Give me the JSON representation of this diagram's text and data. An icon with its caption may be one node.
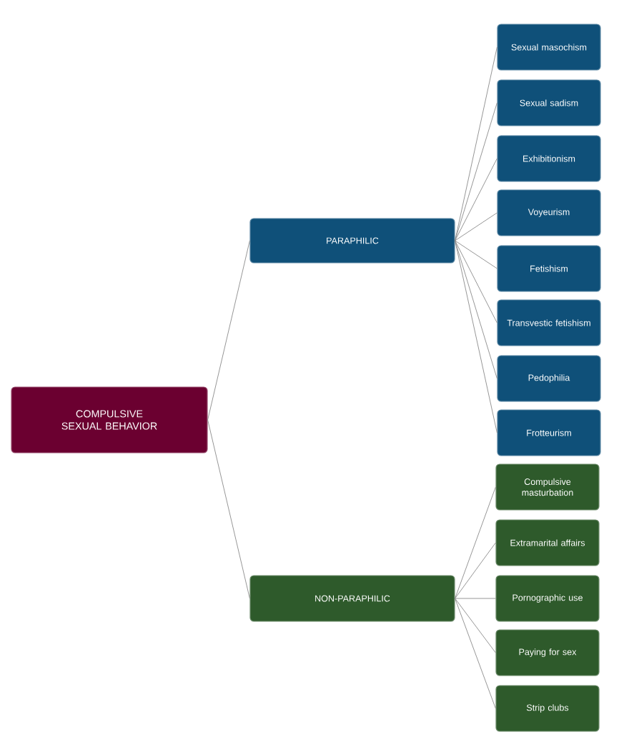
{
  "diagram": {
    "nodes": [
      {
        "text": [
          "COMPULSIVE SEXUAL BEHAVIOR"
        ]
      },
      {
        "text": [
          "PARAPHILIC"
        ]
      },
      {
        "text": [
          "NON-PARAPHILIC"
        ]
      },
      {
        "text": [
          "Sexual masochism"
        ]
      },
      {
        "text": [
          "Sexual sadism"
        ]
      },
      {
        "text": [
          "Exhibitionism"
        ]
      },
      {
        "text": [
          "Voyeurism"
        ]
      },
      {
        "text": [
          "Fetishism"
        ]
      },
      {
        "text": [
          "Transvestic fetishism"
        ]
      },
      {
        "text": [
          "Pedophilia"
        ]
      },
      {
        "text": [
          "Frotteurism"
        ]
      },
      {
        "text": [
          "Compulsive masturbation"
        ]
      },
      {
        "text": [
          "Extramarital affairs"
        ]
      },
      {
        "text": [
          "Pornographic use"
        ]
      },
      {
        "text": [
          "Paying for sex"
        ]
      },
      {
        "text": [
          "Strip clubs"
        ]
      }
    ],
    "edges": [
      {
        "from": 0,
        "to": 1,
        "arrow": "none"
      },
      {
        "from": 0,
        "to": 2,
        "arrow": "none"
      },
      {
        "from": 1,
        "to": 3,
        "arrow": "none"
      },
      {
        "from": 1,
        "to": 4,
        "arrow": "none"
      },
      {
        "from": 1,
        "to": 5,
        "arrow": "none"
      },
      {
        "from": 1,
        "to": 6,
        "arrow": "none"
      },
      {
        "from": 1,
        "to": 7,
        "arrow": "none"
      },
      {
        "from": 1,
        "to": 8,
        "arrow": "none"
      },
      {
        "from": 1,
        "to": 9,
        "arrow": "none"
      },
      {
        "from": 1,
        "to": 10,
        "arrow": "none"
      },
      {
        "from": 2,
        "to": 11,
        "arrow": "none"
      },
      {
        "from": 2,
        "to": 12,
        "arrow": "none"
      },
      {
        "from": 2,
        "to": 13,
        "arrow": "none"
      },
      {
        "from": 2,
        "to": 14,
        "arrow": "none"
      },
      {
        "from": 2,
        "to": 15,
        "arrow": "none"
      }
    ]
  }
}
